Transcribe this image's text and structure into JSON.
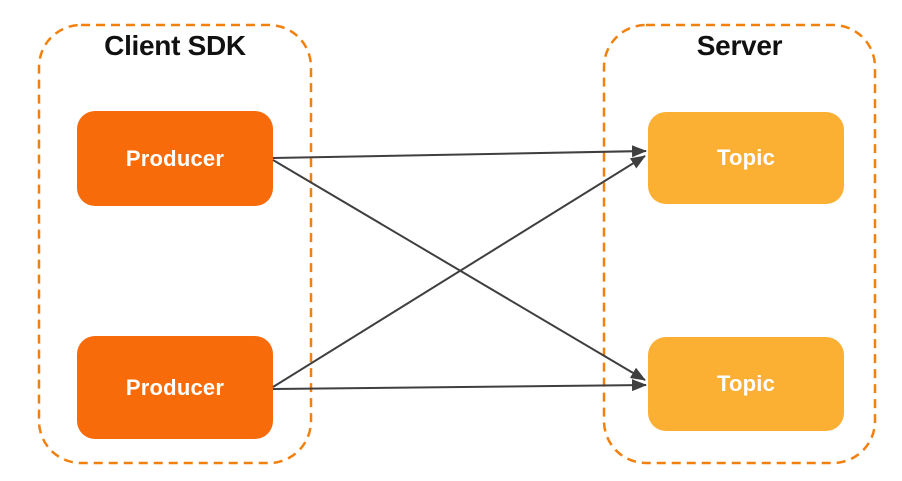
{
  "diagram": {
    "client_sdk": {
      "title": "Client SDK",
      "nodes": [
        {
          "id": "producer-1",
          "label": "Producer"
        },
        {
          "id": "producer-2",
          "label": "Producer"
        }
      ]
    },
    "server": {
      "title": "Server",
      "nodes": [
        {
          "id": "topic-1",
          "label": "Topic"
        },
        {
          "id": "topic-2",
          "label": "Topic"
        }
      ]
    },
    "connections": [
      {
        "from": "producer-1",
        "to": "topic-1"
      },
      {
        "from": "producer-1",
        "to": "topic-2"
      },
      {
        "from": "producer-2",
        "to": "topic-1"
      },
      {
        "from": "producer-2",
        "to": "topic-2"
      }
    ],
    "colors": {
      "producer_fill": "#F76B0B",
      "topic_fill": "#FBB034",
      "container_border": "#F2800D",
      "arrow": "#3F3F3F",
      "title_text": "#111111",
      "node_text": "#FFFFFF"
    }
  }
}
